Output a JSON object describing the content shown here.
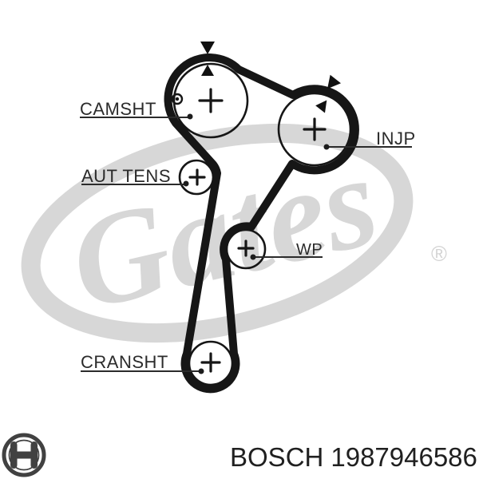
{
  "diagram": {
    "pulley_labels": {
      "camshaft": "CAMSHT",
      "auto_tensioner": "AUT TENS",
      "injection_pump": "INJP",
      "water_pump": "WP",
      "crankshaft": "CRANSHT"
    }
  },
  "watermark": {
    "brand": "Gates",
    "registered_mark": "®"
  },
  "footer": {
    "brand": "BOSCH",
    "part_number": "1987946586"
  },
  "colors": {
    "belt": "#161616",
    "label_text": "#2b2b2b",
    "watermark": "#d7d7d7",
    "background": "#ffffff"
  }
}
